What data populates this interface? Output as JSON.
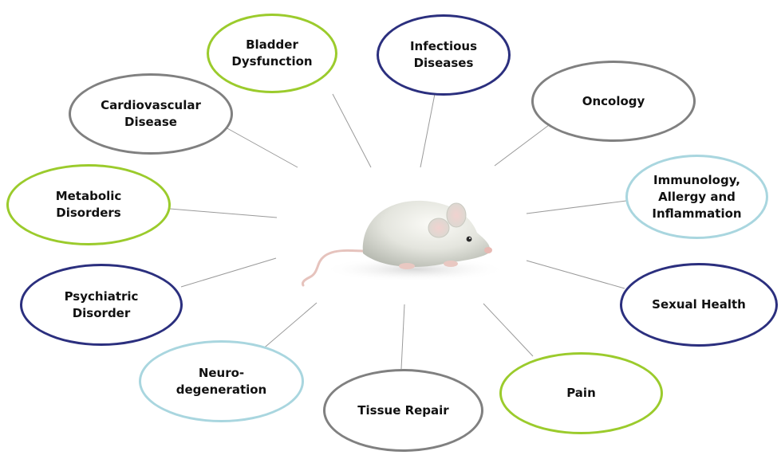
{
  "colors": {
    "green": "#9bcb2c",
    "navy": "#2b2f7e",
    "gray": "#808080",
    "light_blue": "#a9d6df",
    "connector": "#9a9a9a"
  },
  "center_image": {
    "icon": "white-mouse-illustration"
  },
  "nodes": [
    {
      "id": "bladder",
      "label": "Bladder\nDysfunction",
      "color": "green"
    },
    {
      "id": "infectious",
      "label": "Infectious Diseases",
      "color": "navy"
    },
    {
      "id": "oncology",
      "label": "Oncology",
      "color": "gray"
    },
    {
      "id": "immunology",
      "label": "Immunology,\nAllergy and\nInflammation",
      "color": "light_blue"
    },
    {
      "id": "sexual",
      "label": "Sexual Health",
      "color": "navy"
    },
    {
      "id": "pain",
      "label": "Pain",
      "color": "green"
    },
    {
      "id": "tissue",
      "label": "Tissue Repair",
      "color": "gray"
    },
    {
      "id": "neuro",
      "label": "Neuro-\ndegeneration",
      "color": "light_blue"
    },
    {
      "id": "psychiatric",
      "label": "Psychiatric\nDisorder",
      "color": "navy"
    },
    {
      "id": "metabolic",
      "label": "Metabolic\nDisorders",
      "color": "green"
    },
    {
      "id": "cardio",
      "label": "Cardiovascular\nDisease",
      "color": "gray"
    }
  ]
}
